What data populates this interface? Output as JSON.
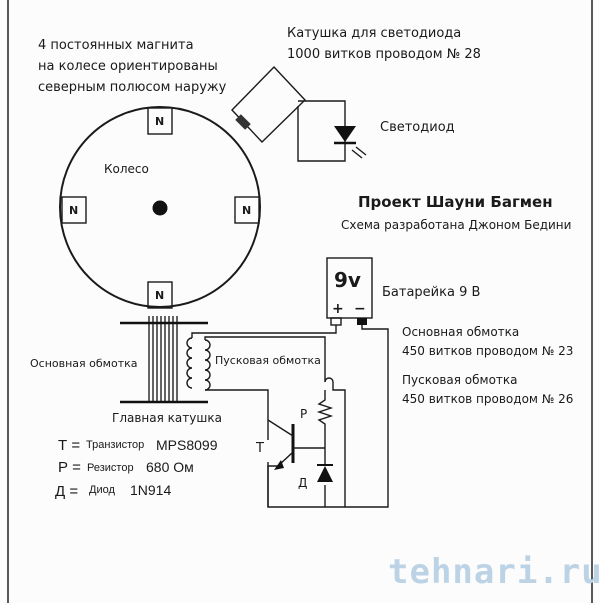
{
  "labels": {
    "magnets_note": [
      "4 постоянных магнита",
      "на колесе ориентированы",
      "северным полюсом наружу"
    ],
    "led_coil_note": [
      "Катушка для светодиода",
      "1000 витков проводом № 28"
    ],
    "led": "Светодиод",
    "wheel": "Колесо",
    "magnet_pole": "N",
    "title": "Проект Шауни Багмен",
    "subtitle": "Схема разработана Джоном Бедини",
    "battery_face": "9v",
    "battery_plus": "+",
    "battery_minus": "−",
    "battery": "Батарейка 9 В",
    "main_winding_note": [
      "Основная обмотка",
      "450 витков проводом № 23"
    ],
    "start_winding_note": [
      "Пусковая обмотка",
      "450 витков проводом № 26"
    ],
    "main_winding": "Основная обмотка",
    "start_winding": "Пусковая обмотка",
    "main_coil": "Главная катушка",
    "resistor_mark": "Р",
    "transistor_mark": "Т",
    "diode_mark": "Д"
  },
  "legend": [
    {
      "symbol": "Т =",
      "name": "Транзистор",
      "value": "MPS8099"
    },
    {
      "symbol": "Р =",
      "name": "Резистор",
      "value": "680 Ом"
    },
    {
      "symbol": "Д =",
      "name": "Диод",
      "value": "1N914"
    }
  ],
  "watermark": "tehnari.ru"
}
